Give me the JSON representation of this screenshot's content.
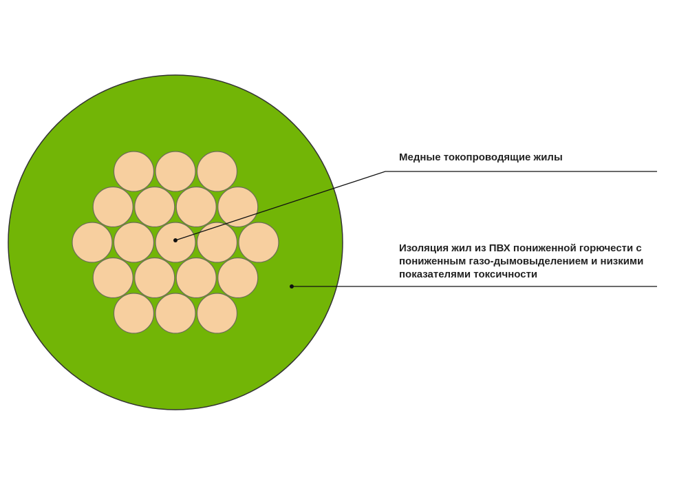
{
  "colors": {
    "insulation": "#72b506",
    "conductor": "#f7cf9f",
    "outline": "#333333",
    "leader": "#111111"
  },
  "callouts": {
    "conductors": {
      "lines": [
        "Медные токопроводящие жилы"
      ]
    },
    "insulation": {
      "lines": [
        "Изоляция жил из ПВХ пониженной горючести с",
        "пониженным газо-дымовыделением и низкими",
        "показателями токсичности"
      ]
    }
  }
}
